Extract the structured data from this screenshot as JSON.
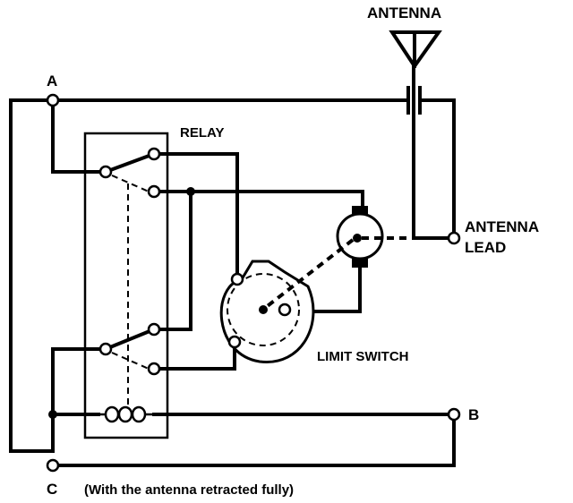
{
  "labels": {
    "antenna": "ANTENNA",
    "antenna_lead_1": "ANTENNA",
    "antenna_lead_2": "LEAD",
    "relay": "RELAY",
    "limit_switch": "LIMIT SWITCH",
    "terminal_a": "A",
    "terminal_b": "B",
    "terminal_c": "C",
    "caption": "(With the antenna retracted fully)"
  }
}
